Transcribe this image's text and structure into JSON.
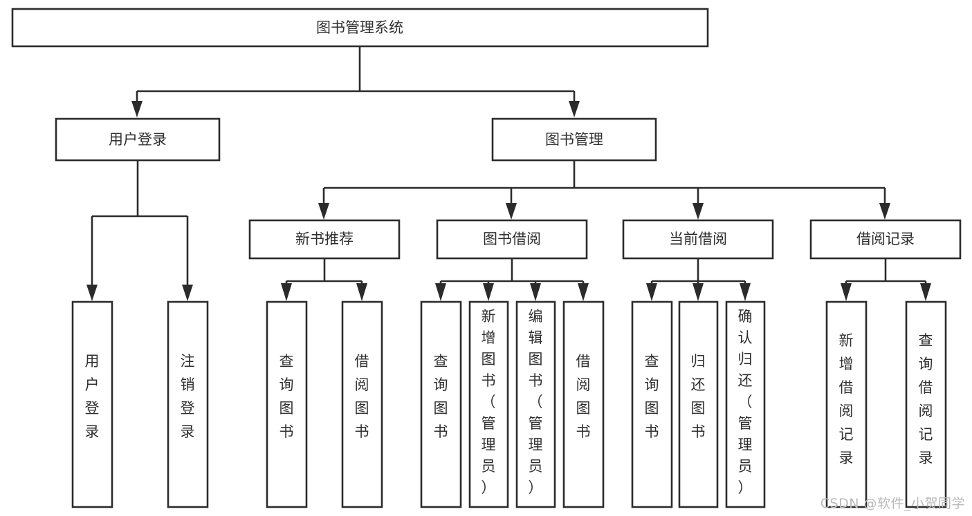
{
  "diagram": {
    "type": "tree-hierarchy-chart",
    "title": "图书管理系统",
    "orientation": "top-down",
    "colors": {
      "box_stroke": "#2b2b2b",
      "box_fill": "#ffffff",
      "text": "#2f2f2f",
      "connector": "#2b2b2b",
      "background": "#ffffff",
      "watermark": "#b9b9b9"
    },
    "levels": {
      "root": {
        "label": "图书管理系统"
      },
      "level2": [
        {
          "label": "用户登录"
        },
        {
          "label": "图书管理"
        }
      ],
      "level3": [
        {
          "label": "新书推荐"
        },
        {
          "label": "图书借阅"
        },
        {
          "label": "当前借阅"
        },
        {
          "label": "借阅记录"
        }
      ],
      "leaves": [
        {
          "label": "用户登录",
          "parent": "用户登录"
        },
        {
          "label": "注销登录",
          "parent": "用户登录"
        },
        {
          "label": "查询图书",
          "parent": "新书推荐"
        },
        {
          "label": "借阅图书",
          "parent": "新书推荐"
        },
        {
          "label": "查询图书",
          "parent": "图书借阅"
        },
        {
          "label": "新增图书（管理员）",
          "parent": "图书借阅"
        },
        {
          "label": "编辑图书（管理员）",
          "parent": "图书借阅"
        },
        {
          "label": "借阅图书",
          "parent": "图书借阅"
        },
        {
          "label": "查询图书",
          "parent": "当前借阅"
        },
        {
          "label": "归还图书",
          "parent": "当前借阅"
        },
        {
          "label": "确认归还（管理员）",
          "parent": "当前借阅"
        },
        {
          "label": "新增借阅记录",
          "parent": "借阅记录"
        },
        {
          "label": "查询借阅记录",
          "parent": "借阅记录"
        }
      ]
    }
  },
  "watermark": {
    "text": "CSDN @软件_小贺同学"
  }
}
